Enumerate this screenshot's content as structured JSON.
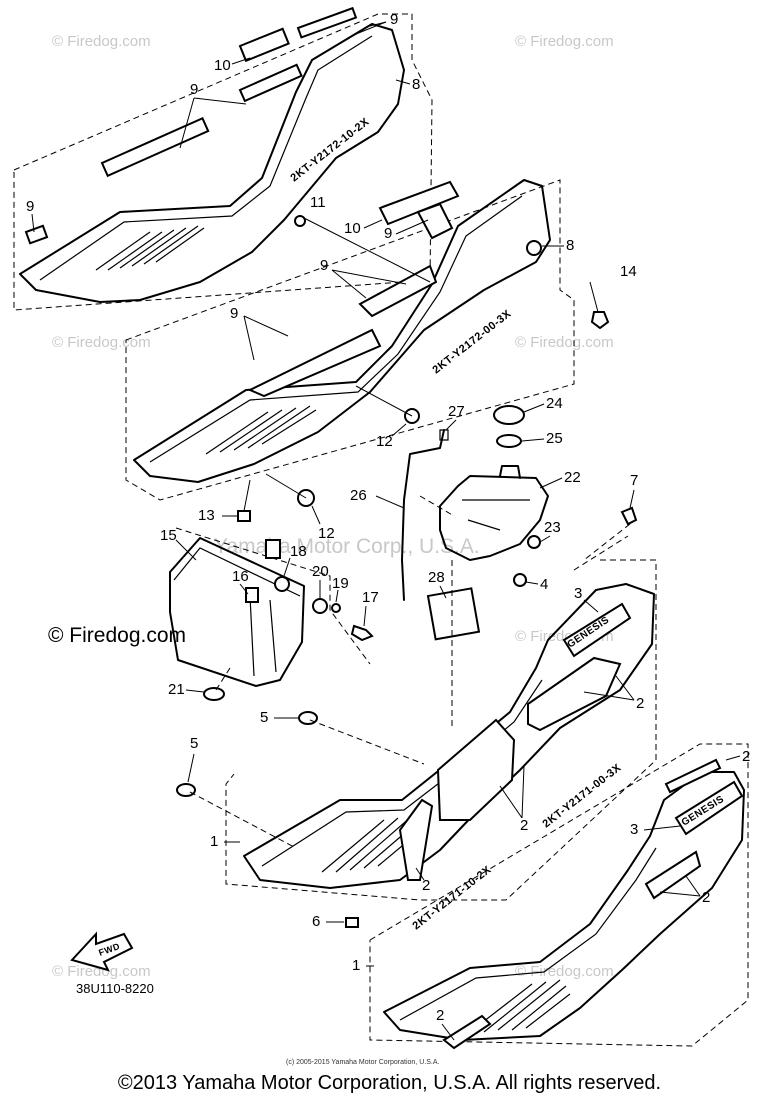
{
  "watermark": {
    "text": "© Firedog.com",
    "center_text": "Yamaha Motor Corp., U.S.A."
  },
  "panel_codes": {
    "upper_left": "2KT-Y2172-10-2X",
    "upper_right": "2KT-Y2172-00-3X",
    "lower_right_a": "2KT-Y2171-00-3X",
    "lower_left_b": "2KT-Y2171-10-2X"
  },
  "decal_text": "GENESIS",
  "fwd_label": "FWD",
  "diagram_code": "38U110-8220",
  "fine_print": "(c) 2005-2015 Yamaha Motor Corporation, U.S.A.",
  "copyright": "©2013 Yamaha Motor Corporation, U.S.A. All rights reserved.",
  "callouts": {
    "c1a": "1",
    "c1b": "1",
    "c2a": "2",
    "c2b": "2",
    "c2c": "2",
    "c2d": "2",
    "c2e": "2",
    "c2f": "2",
    "c3a": "3",
    "c3b": "3",
    "c4": "4",
    "c5a": "5",
    "c5b": "5",
    "c6": "6",
    "c7": "7",
    "c8a": "8",
    "c8b": "8",
    "c9a": "9",
    "c9b": "9",
    "c9c": "9",
    "c9d": "9",
    "c9e": "9",
    "c9f": "9",
    "c10a": "10",
    "c10b": "10",
    "c11": "11",
    "c12a": "12",
    "c12b": "12",
    "c13": "13",
    "c14": "14",
    "c15": "15",
    "c16": "16",
    "c17": "17",
    "c18": "18",
    "c19": "19",
    "c20": "20",
    "c21": "21",
    "c22": "22",
    "c23": "23",
    "c24": "24",
    "c25": "25",
    "c26": "26",
    "c27": "27",
    "c28": "28"
  }
}
